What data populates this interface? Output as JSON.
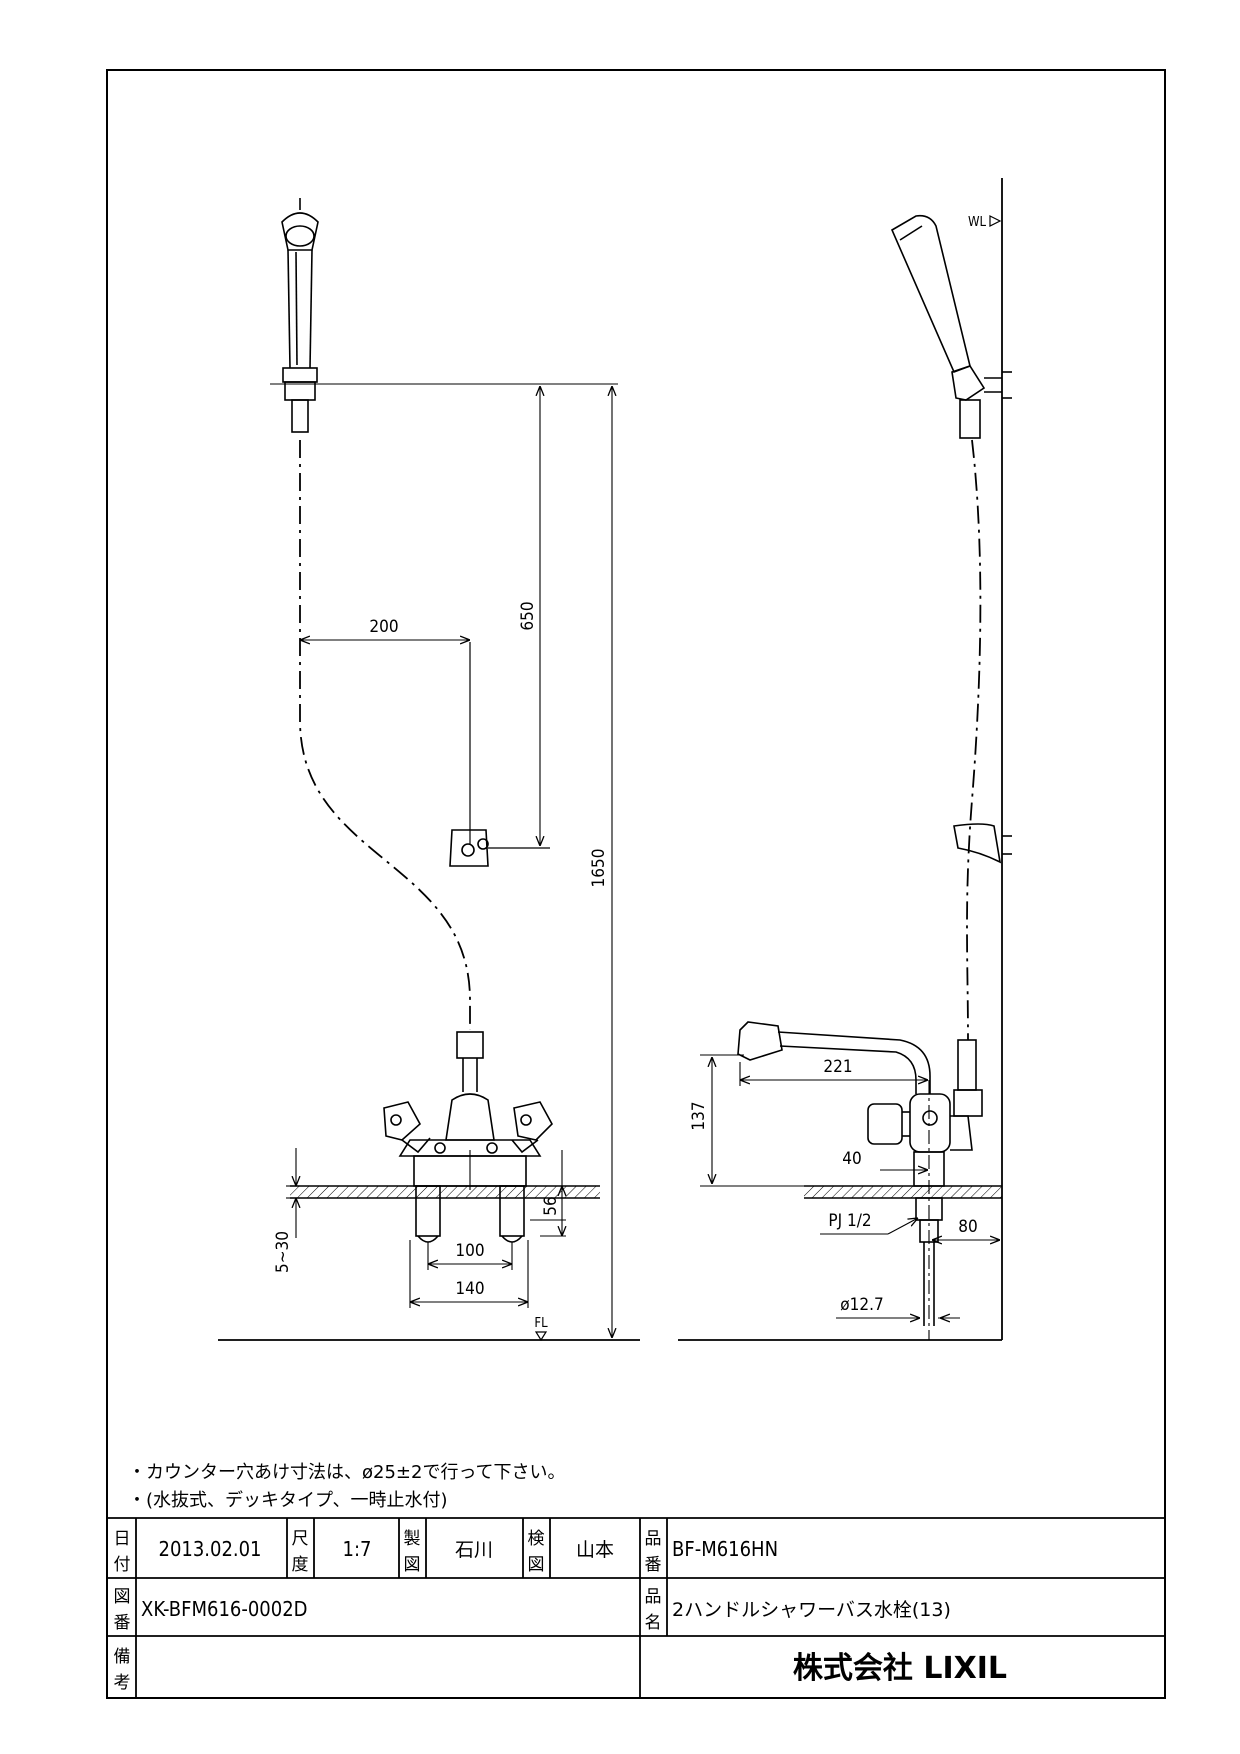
{
  "dimensions": {
    "hose_offset": "200",
    "hook_drop": "650",
    "total_height": "1650",
    "counter_thickness": "5~30",
    "shank_length": "56",
    "inner_pitch": "100",
    "outer_pitch": "140",
    "spout_length": "221",
    "body_height": "137",
    "body_offset": "40",
    "pipe_thread": "PJ 1/2",
    "wall_offset": "80",
    "pipe_dia": "ø12.7"
  },
  "markers": {
    "floor": "FL",
    "wall": "WL"
  },
  "notes": [
    "・カウンター穴あけ寸法は、ø25±2で行って下さい。",
    "・(水抜式、デッキタイプ、一時止水付)"
  ],
  "title_block": {
    "date_label": [
      "日",
      "付"
    ],
    "date": "2013.02.01",
    "scale_label": [
      "尺",
      "度"
    ],
    "scale": "1:7",
    "drawn_label": [
      "製",
      "図"
    ],
    "drawn_by": "石川",
    "checked_label": [
      "検",
      "図"
    ],
    "checked_by": "山本",
    "product_no_label": [
      "品",
      "番"
    ],
    "product_no": "BF-M616HN",
    "drawing_no_label": [
      "図",
      "番"
    ],
    "drawing_no": "XK-BFM616-0002D",
    "product_name_label": [
      "品",
      "名"
    ],
    "product_name": "2ハンドルシャワーバス水栓(13)",
    "remarks_label": [
      "備",
      "考"
    ],
    "company": "株式会社 LIXIL"
  },
  "colors": {
    "line": "#000000",
    "paper": "#ffffff"
  }
}
